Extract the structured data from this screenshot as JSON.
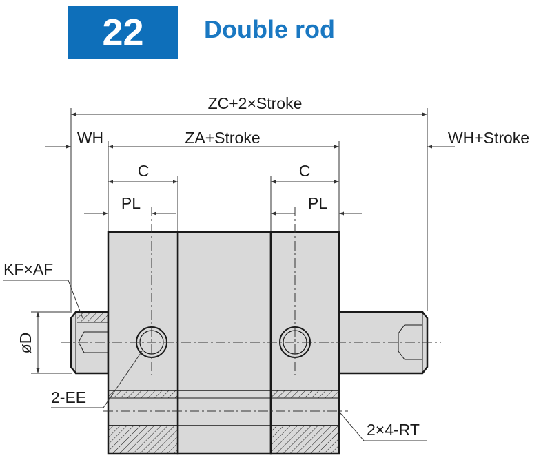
{
  "header": {
    "number": "22",
    "title": "Double rod",
    "badge_color": "#0e6fba",
    "title_color": "#1a78c2"
  },
  "labels": {
    "zc_stroke": "ZC+2×Stroke",
    "wh": "WH",
    "za_stroke": "ZA+Stroke",
    "wh_stroke": "WH+Stroke",
    "c_left": "C",
    "c_right": "C",
    "pl_left": "PL",
    "pl_right": "PL",
    "kf_af": "KF×AF",
    "od": "øD",
    "ee": "2-EE",
    "rt": "2×4-RT"
  },
  "colors": {
    "body_fill": "#d9d9d9",
    "outline": "#1a1a1a",
    "dim_line": "#333333"
  }
}
